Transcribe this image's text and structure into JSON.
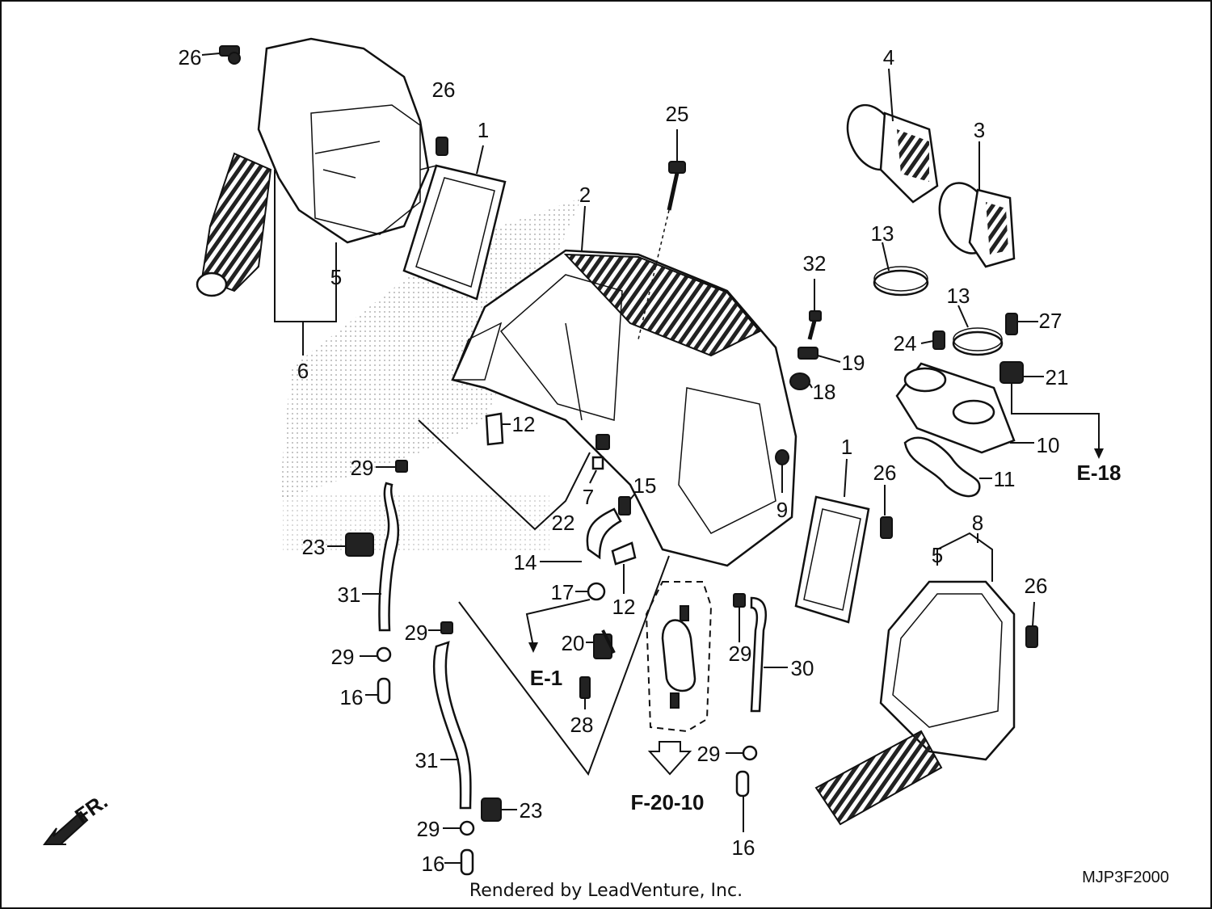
{
  "labels": {
    "l1a": "1",
    "l1b": "1",
    "l2": "2",
    "l3": "3",
    "l4": "4",
    "l5a": "5",
    "l5b": "5",
    "l6": "6",
    "l7": "7",
    "l8": "8",
    "l9": "9",
    "l10": "10",
    "l11": "11",
    "l12a": "12",
    "l12b": "12",
    "l13a": "13",
    "l13b": "13",
    "l14": "14",
    "l15": "15",
    "l16a": "16",
    "l16b": "16",
    "l16c": "16",
    "l17": "17",
    "l18": "18",
    "l19": "19",
    "l20": "20",
    "l21": "21",
    "l22": "22",
    "l23a": "23",
    "l23b": "23",
    "l24": "24",
    "l25": "25",
    "l26a": "26",
    "l26b": "26",
    "l26c": "26",
    "l26d": "26",
    "l27": "27",
    "l28": "28",
    "l29a": "29",
    "l29b": "29",
    "l29c": "29",
    "l29d": "29",
    "l29e": "29",
    "l29f": "29",
    "l30": "30",
    "l31a": "31",
    "l31b": "31",
    "l32": "32"
  },
  "references": {
    "e18": "E-18",
    "e1": "E-1",
    "f2010": "F-20-10"
  },
  "front_marker": "FR.",
  "diagram_code": "MJP3F2000",
  "credit": "Rendered by LeadVenture, Inc."
}
